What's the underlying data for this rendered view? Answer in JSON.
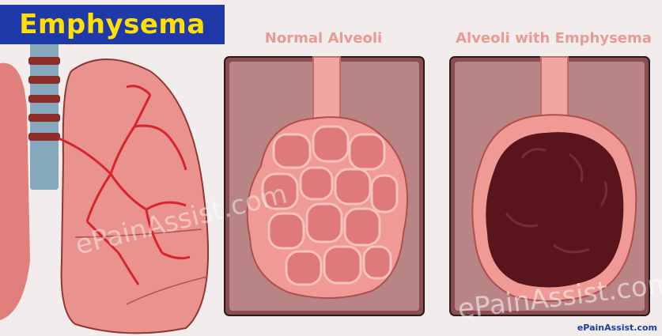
{
  "title": "Emphysema",
  "panels": {
    "normal": {
      "label": "Normal Alveoli"
    },
    "emphysema": {
      "label": "Alveoli with Emphysema"
    }
  },
  "watermarks": [
    "ePainAssist.com",
    "ePainAssist.com"
  ],
  "credit": "ePainAssist.com",
  "colors": {
    "title_bg": "#1f3aa8",
    "title_text": "#ffe000",
    "panel_label": "#e79b95",
    "lung": "#e58a86",
    "vessels": "#d8242c",
    "trachea": "#7fa3b8",
    "alveoli": "#e98c88",
    "damaged_alveoli": "#5a141b",
    "credit": "#1a3f9e"
  }
}
